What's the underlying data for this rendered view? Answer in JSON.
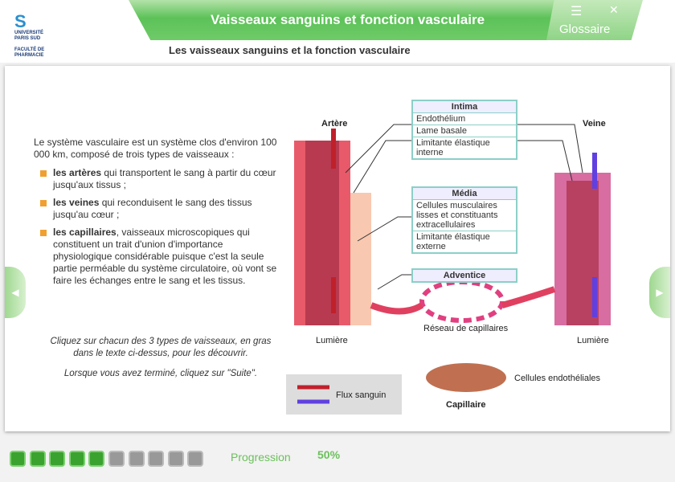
{
  "logo": {
    "line1": "UNIVERSITÉ",
    "line2": "PARIS SUD",
    "line3": "FACULTÉ DE PHARMACIE"
  },
  "header": {
    "title": "Vaisseaux sanguins et fonction vasculaire",
    "glossary": "Glossaire",
    "menu_icon": "list-icon",
    "close_icon": "close-icon"
  },
  "subtitle": "Les vaisseaux sanguins et la fonction vasculaire",
  "intro": {
    "text": "Le système vasculaire est un système clos d'environ 100 000 km, composé de trois types de vaisseaux :",
    "items": [
      {
        "bold": "les artères",
        "rest": " qui transportent le sang à partir du cœur jusqu'aux tissus ;"
      },
      {
        "bold": "les veines",
        "rest": " qui reconduisent le sang des tissus jusqu'au cœur ;"
      },
      {
        "bold": "les capillaires",
        "rest": ", vaisseaux microscopiques qui constituent un trait d'union d'importance physiologique considérable puisque c'est la seule partie perméable du système circulatoire, où vont se faire les échanges entre le sang et les tissus."
      }
    ],
    "instr1": "Cliquez sur chacun des 3 types de vaisseaux, en gras dans le texte ci-dessus, pour les découvrir.",
    "instr2": "Lorsque vous avez terminé, cliquez sur \"Suite\"."
  },
  "diagram": {
    "artere": "Artère",
    "veine": "Veine",
    "lumiere": "Lumière",
    "reseau": "Réseau de capillaires",
    "cellules": "Cellules endothéliales",
    "capillaire": "Capillaire",
    "intima": {
      "title": "Intima",
      "items": [
        "Endothélium",
        "Lame basale",
        "Limitante élastique interne"
      ]
    },
    "media": {
      "title": "Média",
      "items": [
        "Cellules musculaires lisses et constituants extracellulaires",
        "Limitante élastique externe"
      ]
    },
    "adventice": "Adventice",
    "flux": "Flux sanguin"
  },
  "progress": {
    "label": "Progression",
    "value": "50%",
    "steps_done": 5,
    "steps_total": 10
  }
}
